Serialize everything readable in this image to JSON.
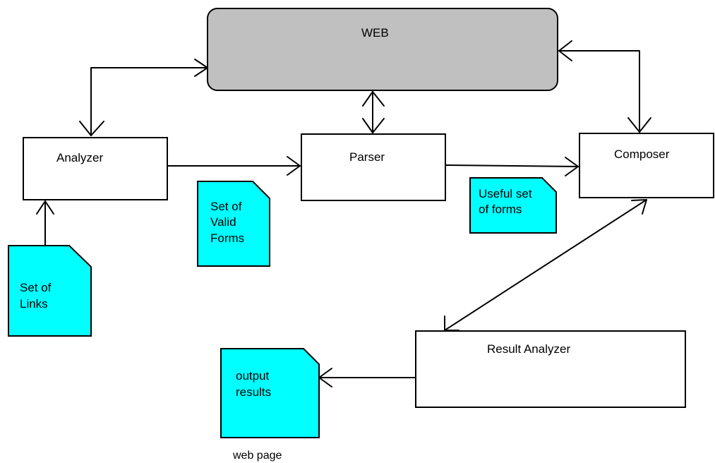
{
  "nodes": {
    "web": "WEB",
    "analyzer": "Analyzer",
    "parser": "Parser",
    "composer": "Composer",
    "result_analyzer": "Result Analyzer"
  },
  "documents": {
    "set_of_links": [
      "Set of",
      "Links"
    ],
    "set_of_valid_forms": [
      "Set of",
      "Valid",
      "Forms"
    ],
    "useful_set_of_forms": [
      "Useful set",
      "of forms"
    ],
    "output_results": [
      "output",
      "results"
    ]
  },
  "captions": {
    "web_page": "web page"
  },
  "colors": {
    "web_fill": "#c0c0c0",
    "document_fill": "#00ffff",
    "box_fill": "#ffffff",
    "stroke": "#000000"
  }
}
